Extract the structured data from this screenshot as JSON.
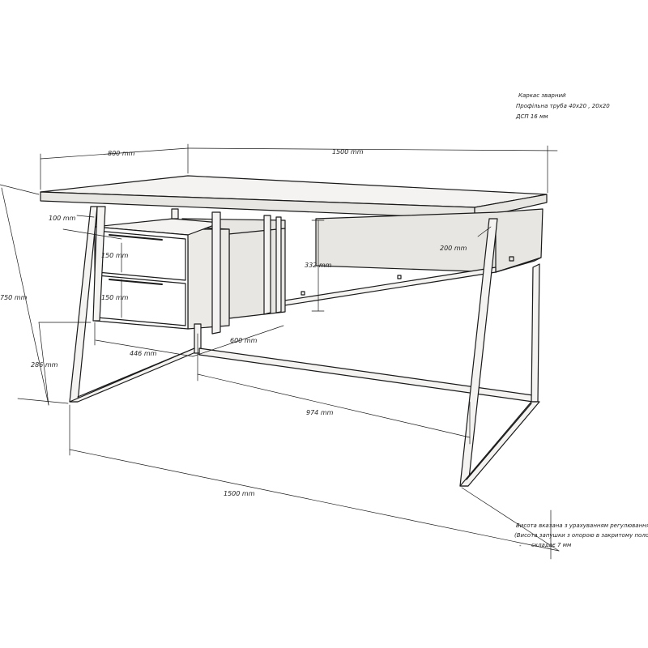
{
  "colors": {
    "line": "#1a1a1a",
    "panel_fill": "#e8e6e2",
    "frame_fill": "#f4f3f1"
  },
  "dimensions": {
    "top_depth": "800 mm",
    "top_width": "1500 mm",
    "shelf_gap": "100 mm",
    "drawer_1": "150 mm",
    "drawer_2": "150 mm",
    "height_back": "332 mm",
    "apron": "200 mm",
    "total_height": "750 mm",
    "leg_offset": "286 mm",
    "cabinet_width": "446 mm",
    "cabinet_depth": "600 mm",
    "inner_span": "974 mm",
    "base_width": "1500 mm"
  },
  "notes_top": [
    "Каркас зварний",
    "Профільна труба 40х20 , 20х20",
    "ДСП 16 мм"
  ],
  "notes_bottom": [
    "Висота вказана з урахуванням регулювання опор",
    "(Висота запушки з опорою в закритому положенні",
    "-",
    "складає 7 мм"
  ]
}
